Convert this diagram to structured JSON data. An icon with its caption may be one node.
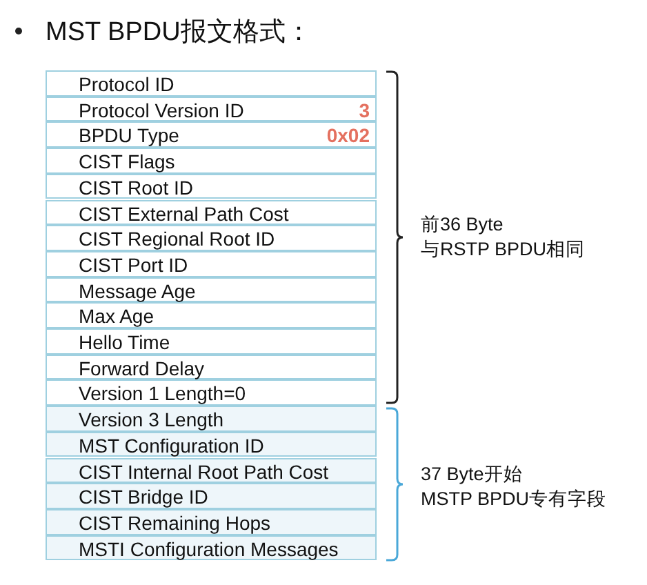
{
  "diagram": {
    "title": "MST BPDU报文格式：",
    "labels": [
      "Protocol ID",
      "Protocol Version ID",
      "3",
      "BPDU Type",
      "0x02",
      "CIST Flags",
      "CIST Root ID",
      "CIST External Path Cost",
      "CIST Regional Root ID",
      "CIST Port ID",
      "Message Age",
      "Max Age",
      "Hello Time",
      "Forward Delay",
      "Version 1 Length=0",
      "Version 3 Length",
      "MST Configuration ID",
      "CIST Internal Root Path Cost",
      "CIST Bridge ID",
      "CIST Remaining Hops",
      "MSTI Configuration Messages",
      "前36 Byte",
      "与RSTP BPDU相同",
      "37 Byte开始",
      "MSTP BPDU专有字段"
    ]
  }
}
